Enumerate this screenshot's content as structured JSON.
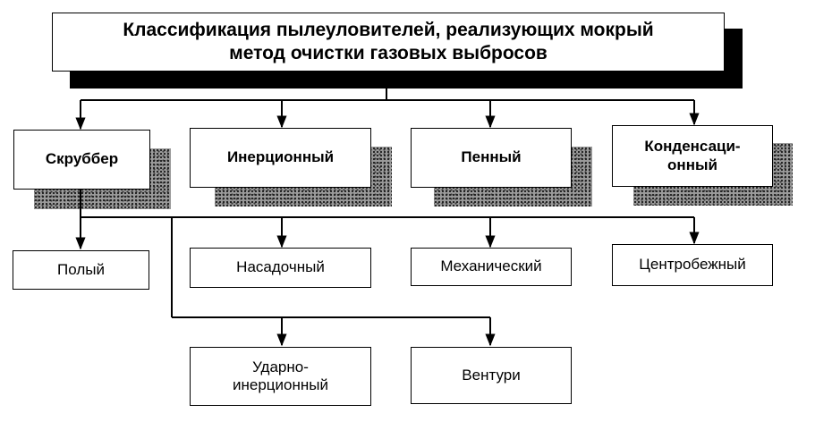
{
  "title": "Классификация пылеуловителей, реализующих мокрый\nметод очистки газовых выбросов",
  "categories": [
    {
      "id": "scrubber",
      "label": "Скруббер"
    },
    {
      "id": "inertial",
      "label": "Инерционный"
    },
    {
      "id": "foam",
      "label": "Пенный"
    },
    {
      "id": "condensation",
      "label": "Конденсаци-\nонный"
    }
  ],
  "scrubber_types": [
    {
      "id": "hollow",
      "label": "Полый"
    },
    {
      "id": "packed",
      "label": "Насадочный"
    },
    {
      "id": "mechanical",
      "label": "Механический"
    },
    {
      "id": "centrifugal",
      "label": "Центробежный"
    },
    {
      "id": "impact-inertial",
      "label": "Ударно-\nинерционный"
    },
    {
      "id": "venturi",
      "label": "Вентури"
    }
  ]
}
